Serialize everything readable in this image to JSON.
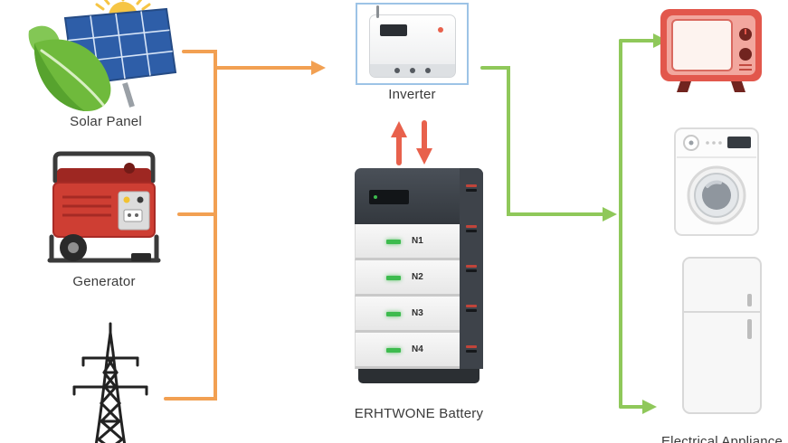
{
  "colors": {
    "source_arrow": "#F2A052",
    "load_arrow": "#8FC85A",
    "battery_arrow": "#E8614C",
    "inverter_highlight": "#9DC3E6",
    "label_text": "#3A3A3A",
    "led_green": "#3DBB4E",
    "tv_red": "#E2574C"
  },
  "icons": {
    "solar": "solar-panel-icon",
    "generator": "generator-icon",
    "grid": "transmission-tower-icon",
    "inverter": "inverter-icon",
    "battery": "battery-stack-icon",
    "tv": "tv-icon",
    "washer": "washing-machine-icon",
    "fridge": "refrigerator-icon"
  },
  "nodes": {
    "solar": {
      "label": "Solar Panel"
    },
    "generator": {
      "label": "Generator"
    },
    "inverter": {
      "label": "Inverter"
    },
    "battery": {
      "label": "ERHTWONE Battery",
      "modules": [
        "N1",
        "N2",
        "N3",
        "N4"
      ]
    },
    "appliances": {
      "label": "Electrical Appliance"
    }
  }
}
